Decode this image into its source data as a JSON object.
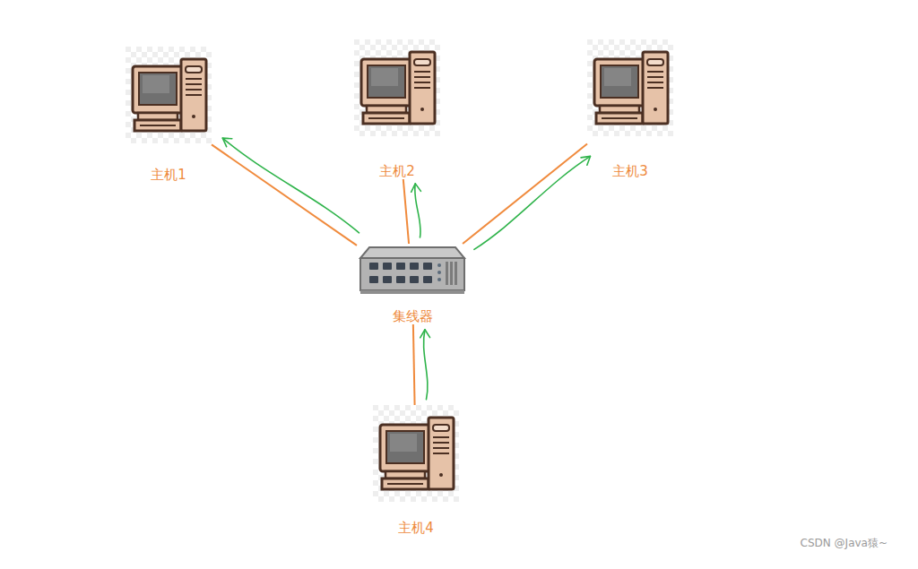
{
  "diagram": {
    "nodes": [
      {
        "text": [
          "主机1"
        ]
      },
      {
        "text": [
          "主机2"
        ]
      },
      {
        "text": [
          "主机3"
        ]
      },
      {
        "text": [
          "集线器"
        ]
      },
      {
        "text": [
          "主机4"
        ]
      }
    ],
    "edges": [
      {
        "from": 4,
        "to": 3,
        "arrow": "to"
      },
      {
        "from": 3,
        "to": 0,
        "arrow": "to"
      },
      {
        "from": 3,
        "to": 1,
        "arrow": "to"
      },
      {
        "from": 3,
        "to": 2,
        "arrow": "to"
      }
    ],
    "labels": [
      "CSDN @Java猿~"
    ]
  }
}
